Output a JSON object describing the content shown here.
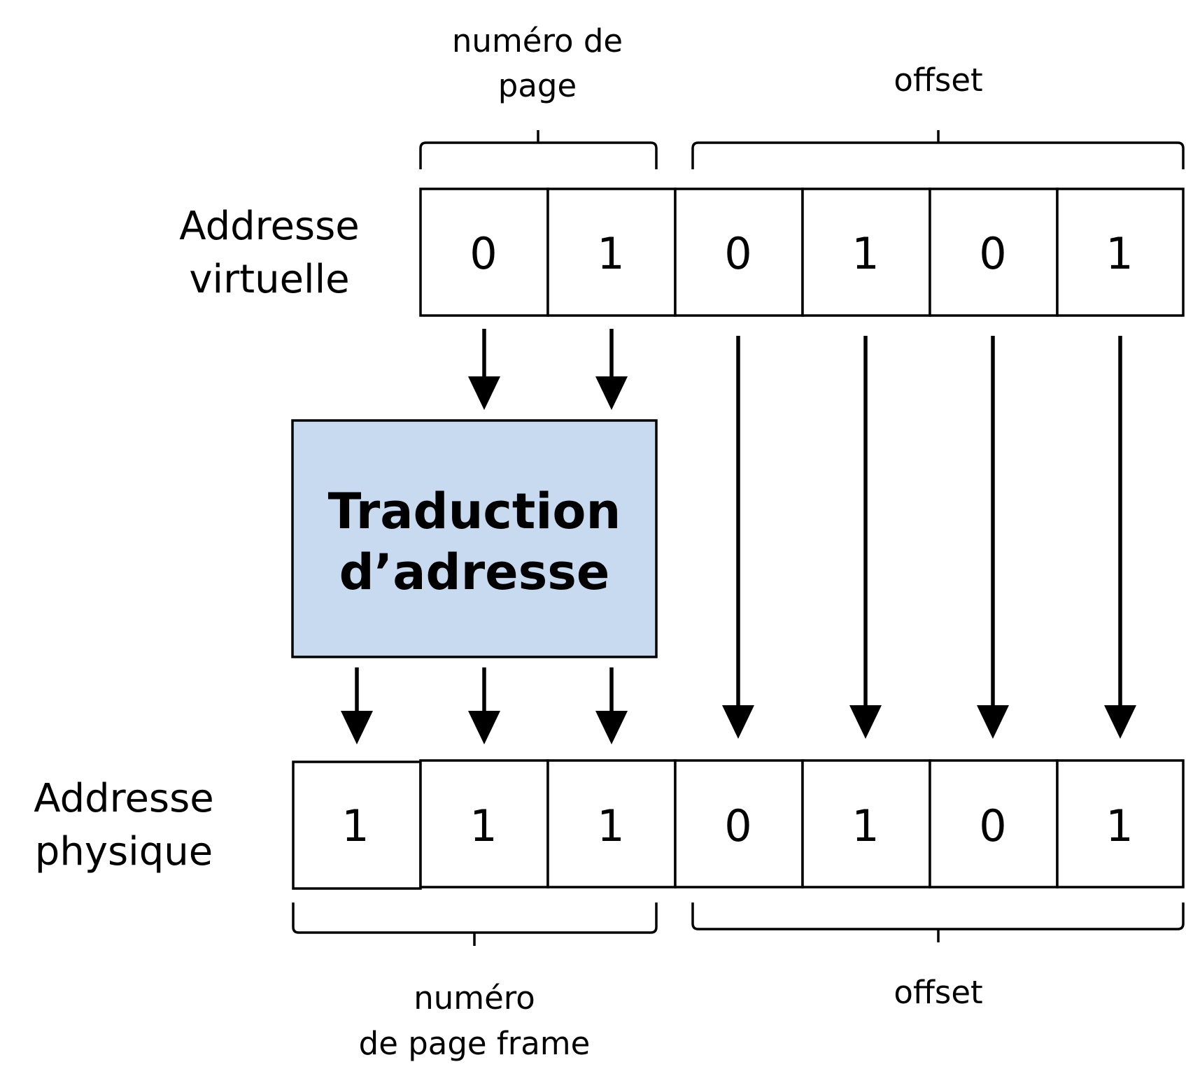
{
  "top_labels": {
    "page_number_line1": "numéro de",
    "page_number_line2": "page",
    "offset": "offset"
  },
  "virtual_address": {
    "label_line1": "Addresse",
    "label_line2": "virtuelle",
    "bits": [
      "0",
      "1",
      "0",
      "1",
      "0",
      "1"
    ]
  },
  "translation_box": {
    "line1": "Traduction",
    "line2": "d’adresse",
    "fill_color": "#c8daf0"
  },
  "physical_address": {
    "label_line1": "Addresse",
    "label_line2": "physique",
    "bits": [
      "1",
      "1",
      "1",
      "0",
      "1",
      "0",
      "1"
    ]
  },
  "bottom_labels": {
    "frame_number_line1": "numéro",
    "frame_number_line2": "de page frame",
    "offset": "offset"
  }
}
